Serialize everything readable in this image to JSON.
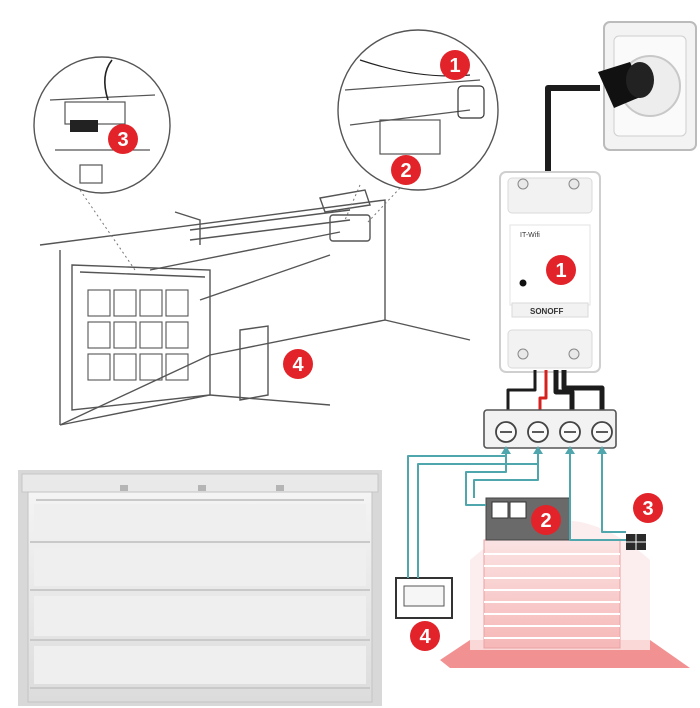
{
  "colors": {
    "badge": "#e2242a",
    "wire_blue": "#4fa6ad",
    "wire_black": "#1c1c1c",
    "wire_red": "#d6221e",
    "door_glow": "#f07e7e",
    "line_art": "#555555"
  },
  "badges": {
    "power_inset": "1",
    "sensor_inset": "2",
    "magnet_inset": "3",
    "wall_switch": "4",
    "relay_module": "1",
    "opener_box": "2",
    "contact_sensor": "3",
    "control_panel": "4"
  },
  "relay": {
    "top_label": "IT-Wifi",
    "brand_label": "SONOFF"
  },
  "icons": {
    "power_plug": "plug-icon",
    "wall_socket": "socket-icon"
  }
}
